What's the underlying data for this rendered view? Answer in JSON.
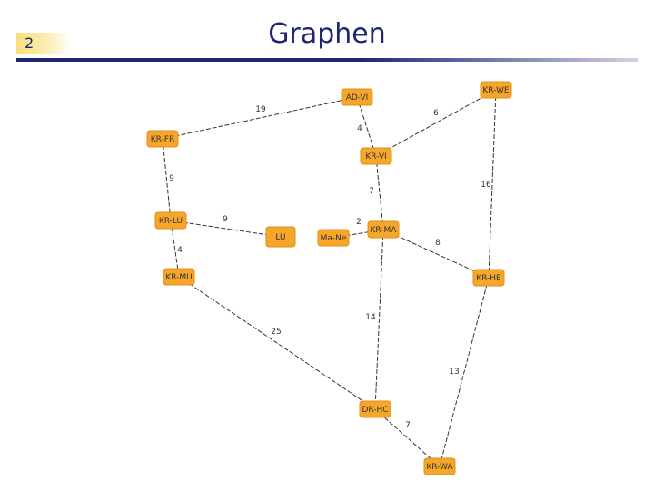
{
  "slide": {
    "number": "2",
    "title": "Graphen"
  },
  "graph": {
    "nodes": [
      {
        "id": "AD-VI",
        "label": "AD-VI"
      },
      {
        "id": "KR-WE",
        "label": "KR-WE"
      },
      {
        "id": "KR-FR",
        "label": "KR-FR"
      },
      {
        "id": "KR-VI",
        "label": "KR-VI"
      },
      {
        "id": "KR-LU",
        "label": "KR-LU"
      },
      {
        "id": "LU",
        "label": "LU"
      },
      {
        "id": "Ma-Ne",
        "label": "Ma-Ne"
      },
      {
        "id": "KR-MA",
        "label": "KR-MA"
      },
      {
        "id": "KR-MU",
        "label": "KR-MU"
      },
      {
        "id": "KR-HE",
        "label": "KR-HE"
      },
      {
        "id": "DR-HC",
        "label": "DR-HC"
      },
      {
        "id": "KR-WA",
        "label": "KR-WA"
      }
    ],
    "edges": [
      {
        "from": "KR-FR",
        "to": "AD-VI",
        "weight": "19"
      },
      {
        "from": "AD-VI",
        "to": "KR-VI",
        "weight": "4"
      },
      {
        "from": "KR-VI",
        "to": "KR-WE",
        "weight": "6"
      },
      {
        "from": "KR-FR",
        "to": "KR-LU",
        "weight": "9"
      },
      {
        "from": "KR-VI",
        "to": "KR-MA",
        "weight": "7"
      },
      {
        "from": "KR-WE",
        "to": "KR-HE",
        "weight": "16"
      },
      {
        "from": "KR-LU",
        "to": "LU",
        "weight": "9"
      },
      {
        "from": "KR-LU",
        "to": "KR-MU",
        "weight": "4"
      },
      {
        "from": "Ma-Ne",
        "to": "KR-MA",
        "weight": "2"
      },
      {
        "from": "KR-MA",
        "to": "KR-HE",
        "weight": "8"
      },
      {
        "from": "KR-MU",
        "to": "DR-HC",
        "weight": "25"
      },
      {
        "from": "KR-MA",
        "to": "DR-HC",
        "weight": "14"
      },
      {
        "from": "KR-HE",
        "to": "KR-WA",
        "weight": "13"
      },
      {
        "from": "DR-HC",
        "to": "KR-WA",
        "weight": "7"
      }
    ]
  }
}
